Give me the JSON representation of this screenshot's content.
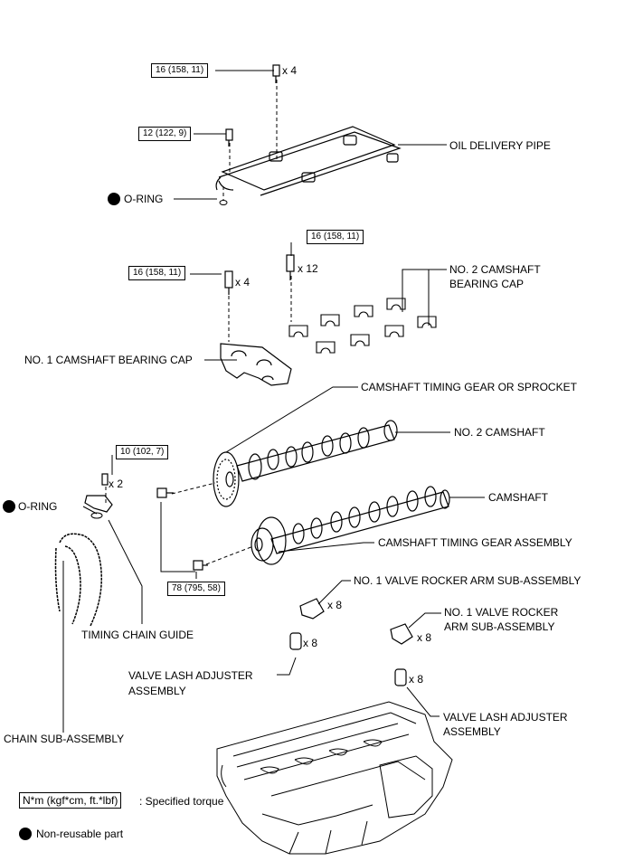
{
  "torque_specs": [
    "16 (158, 11)",
    "12 (122, 9)",
    "16 (158, 11)",
    "16 (158, 11)",
    "10 (102, 7)",
    "78 (795, 58)"
  ],
  "quantities": [
    "x 4",
    "x 12",
    "x 4",
    "x 2",
    "x 8",
    "x 8",
    "x 8",
    "x 8"
  ],
  "labels": {
    "oil_delivery_pipe": "OIL DELIVERY PIPE",
    "o_ring_top": "O-RING",
    "no2_bearing_cap_1": "NO. 2 CAMSHAFT",
    "no2_bearing_cap_2": "BEARING CAP",
    "no1_bearing_cap": "NO. 1 CAMSHAFT BEARING CAP",
    "timing_gear_sprocket": "CAMSHAFT TIMING GEAR OR SPROCKET",
    "no2_camshaft": "NO. 2 CAMSHAFT",
    "camshaft": "CAMSHAFT",
    "o_ring_left": "O-RING",
    "timing_gear_assembly": "CAMSHAFT TIMING GEAR ASSEMBLY",
    "rocker_arm_1": "NO. 1 VALVE ROCKER ARM SUB-ASSEMBLY",
    "rocker_arm_2a": "NO. 1 VALVE ROCKER",
    "rocker_arm_2b": "ARM SUB-ASSEMBLY",
    "timing_chain_guide": "TIMING CHAIN GUIDE",
    "lash_adjuster_1a": "VALVE LASH ADJUSTER",
    "lash_adjuster_1b": "ASSEMBLY",
    "lash_adjuster_2a": "VALVE LASH ADJUSTER",
    "lash_adjuster_2b": "ASSEMBLY",
    "chain": "CHAIN SUB-ASSEMBLY"
  },
  "legend": {
    "torque_box": "N*m (kgf*cm, ft.*lbf)",
    "torque_text": ": Specified torque",
    "nonreusable_text": "Non-reusable part"
  }
}
